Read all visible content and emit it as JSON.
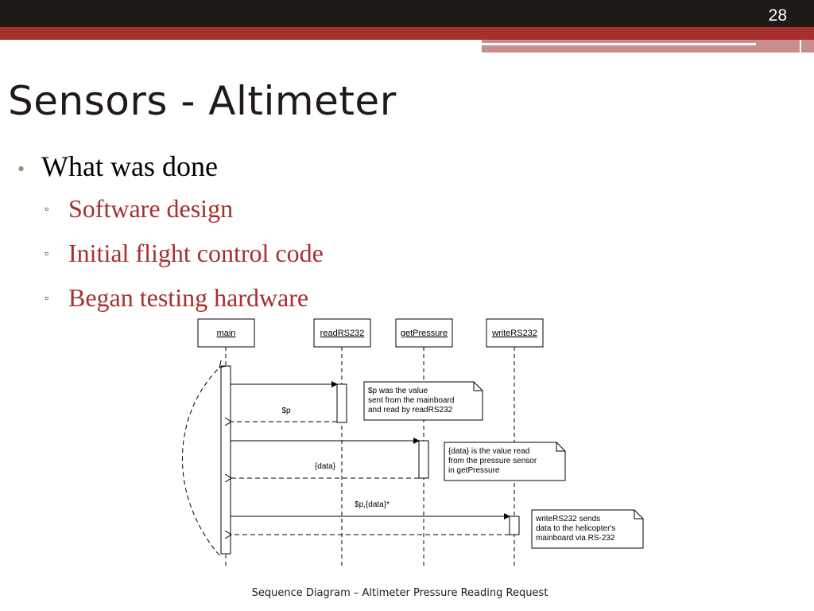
{
  "slide_number": "28",
  "title": "Sensors - Altimeter",
  "bullets": {
    "main": "What was done",
    "sub": [
      "Software design",
      "Initial flight control code",
      "Began testing hardware"
    ]
  },
  "diagram": {
    "lifelines": [
      "main",
      "readRS232",
      "getPressure",
      "writeRS232"
    ],
    "messages": {
      "return_p": "$p",
      "return_data": "{data}",
      "call_write": "$p,{data}*"
    },
    "notes": [
      [
        "$p was the value",
        "sent from the mainboard",
        "and read by readRS232"
      ],
      [
        "{data} is the value read",
        "from the pressure sensor",
        "in getPressure"
      ],
      [
        "writeRS232 sends",
        "data to the helicopter's",
        "mainboard via RS-232"
      ]
    ]
  },
  "caption": "Sequence Diagram – Altimeter Pressure Reading Request",
  "colors": {
    "dark": "#1f1a17",
    "accent_red": "#a5302e",
    "light_red": "#c98e8c",
    "bullet_dot": "#9a8d6e"
  }
}
